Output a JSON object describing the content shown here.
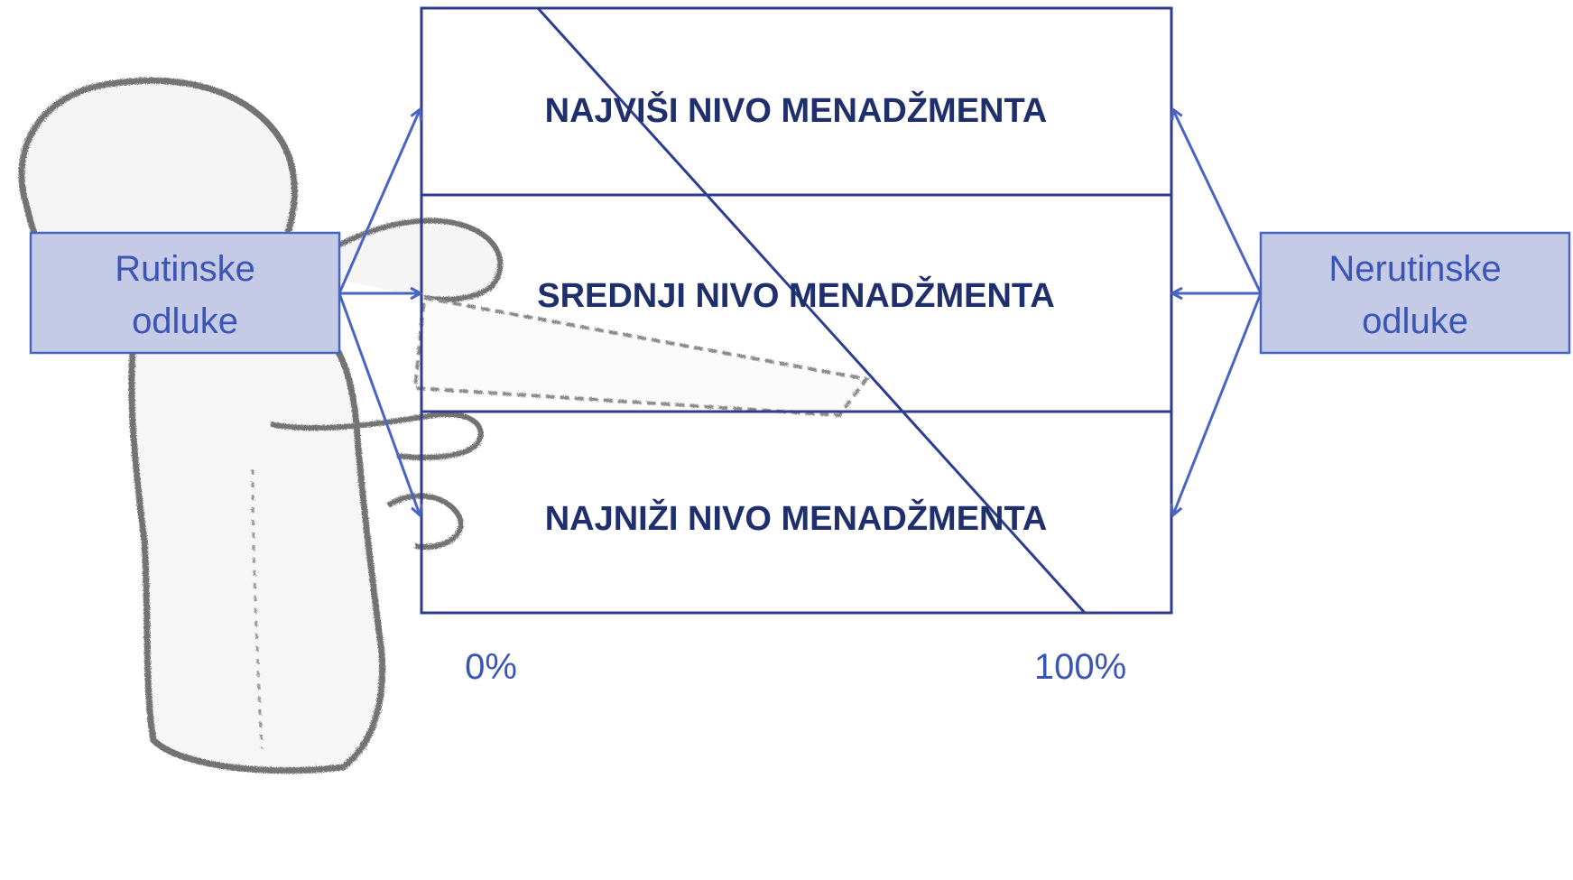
{
  "levels": {
    "top": "NAJVIŠI NIVO MENADŽMENTA",
    "middle": "SREDNJI NIVO MENADŽMENTA",
    "bottom": "NAJNIŽI NIVO MENADŽMENTA"
  },
  "routine": {
    "line1": "Rutinske",
    "line2": "odluke"
  },
  "nonroutine": {
    "line1": "Nerutinske",
    "line2": "odluke"
  },
  "axis": {
    "start": "0%",
    "end": "100%"
  },
  "colors": {
    "frame": "#2e3d8f",
    "arrow": "#4a64c4",
    "box_fill": "#c5cbe6",
    "box_border": "#4a64c4",
    "level_text": "#1f2f6b",
    "side_text": "#3a55b4",
    "sketch": "#555555"
  }
}
